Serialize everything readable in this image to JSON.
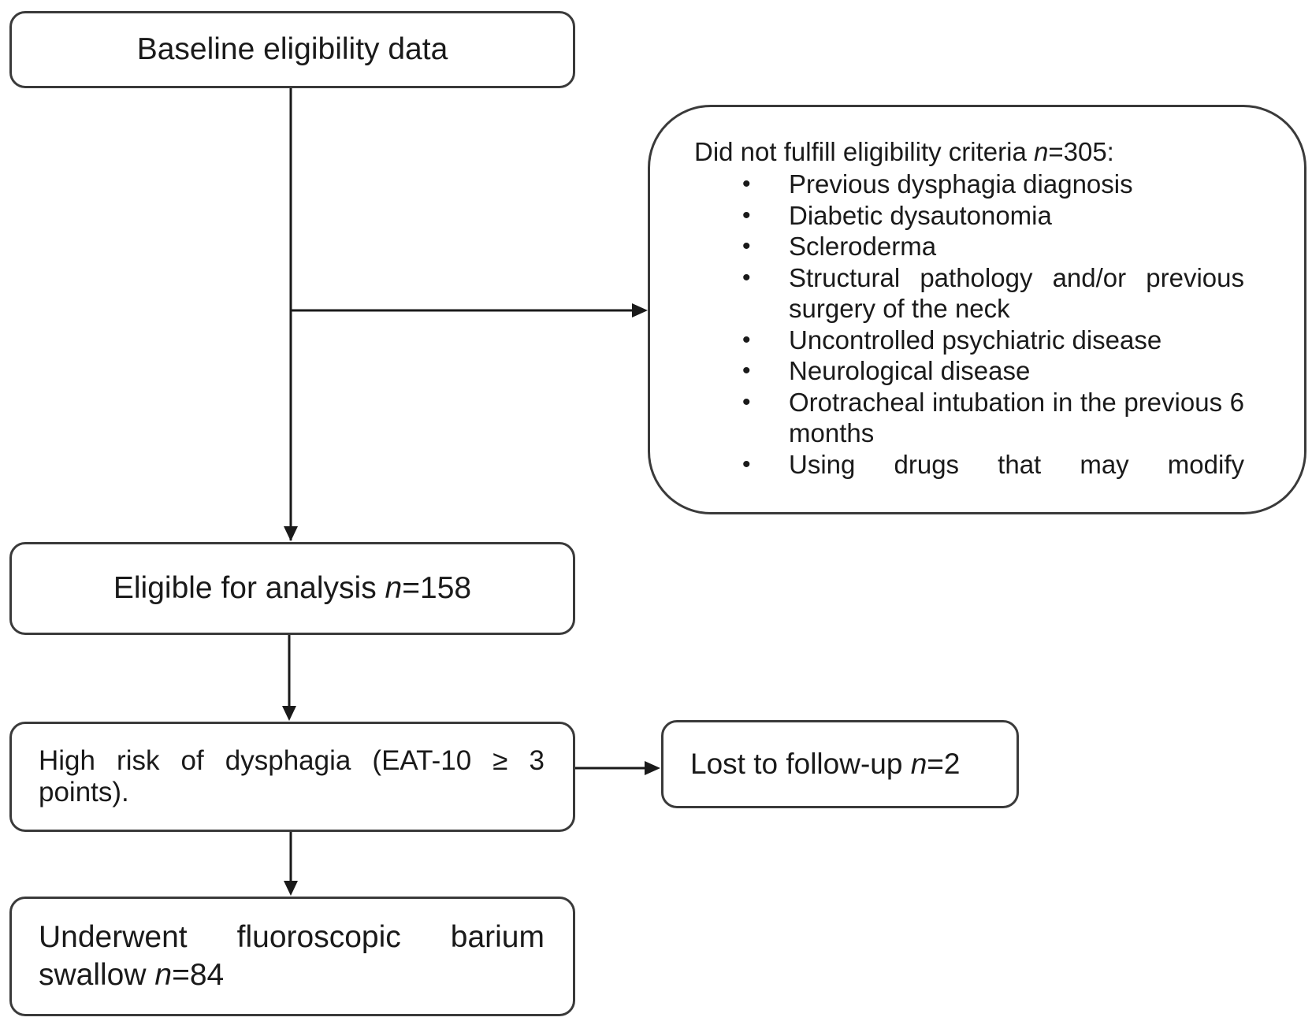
{
  "boxes": {
    "baseline": {
      "text": "Baseline eligibility data"
    },
    "excluded": {
      "title_prefix": "Did not fulfill eligibility criteria ",
      "title_n": "n",
      "title_suffix": "=305:",
      "items": [
        "Previous dysphagia diagnosis",
        "Diabetic dysautonomia",
        "Scleroderma",
        "Structural pathology and/or previous surgery of the neck",
        "Uncontrolled psychiatric disease",
        "Neurological disease",
        "Orotracheal intubation in the previous 6 months",
        "Using drugs that may modify"
      ]
    },
    "eligible": {
      "prefix": "Eligible for analysis ",
      "n": "n",
      "suffix": "=158"
    },
    "high_risk": {
      "text": "High risk of dysphagia (EAT-10 ≥ 3 points)."
    },
    "lost": {
      "prefix": "Lost to follow-up ",
      "n": "n",
      "suffix": "=2"
    },
    "barium": {
      "prefix": "Underwent fluoroscopic barium swallow ",
      "n": "n",
      "suffix": "=84"
    }
  },
  "bullet_glyph": "•",
  "colors": {
    "line": "#1a1a1a",
    "border": "#3a3a3a"
  }
}
